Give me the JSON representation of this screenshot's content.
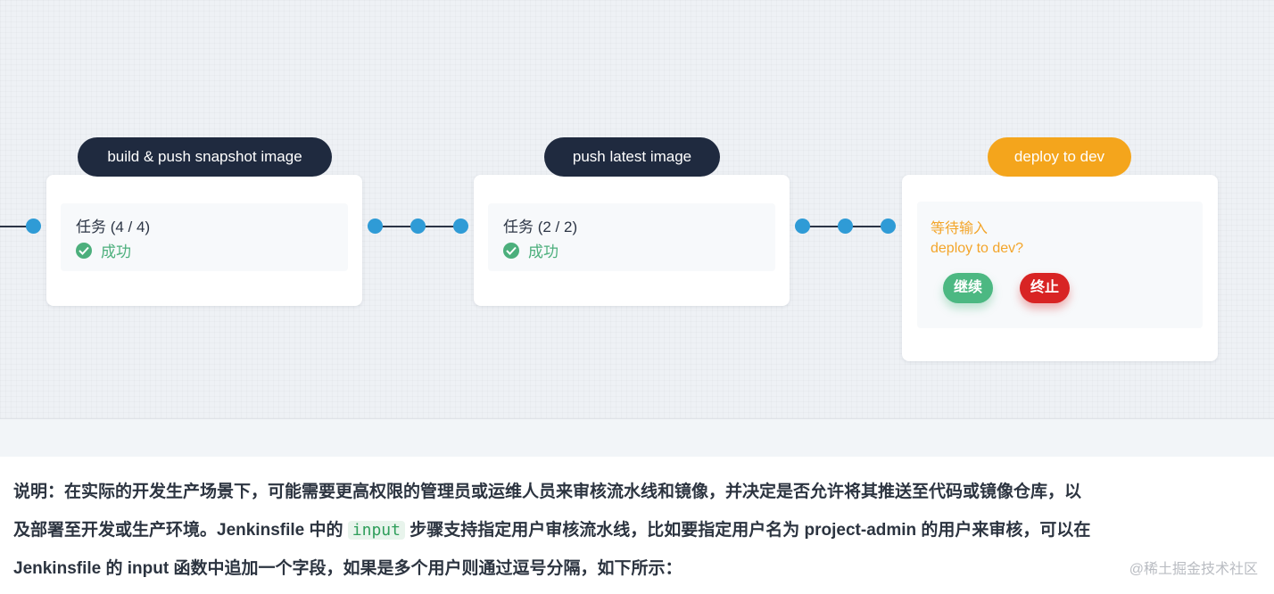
{
  "stages": [
    {
      "name": "build & push snapshot image",
      "task": "任务 (4 / 4)",
      "status": "成功"
    },
    {
      "name": "push latest image",
      "task": "任务 (2 / 2)",
      "status": "成功"
    },
    {
      "name": "deploy to dev",
      "wait_title": "等待输入",
      "wait_prompt": "deploy to dev?",
      "continue_label": "继续",
      "abort_label": "终止"
    }
  ],
  "colors": {
    "stage_pill": "#1f2a3f",
    "stage_pill_pending": "#f4a51c",
    "success": "#4caf7c",
    "connector_dot": "#2f9bd6",
    "continue_button": "#4cb882",
    "abort_button": "#d82424"
  },
  "article": {
    "line1": "说明：在实际的开发生产场景下，可能需要更高权限的管理员或运维人员来审核流水线和镜像，并决定是否允许将其推送至代码或镜像仓库，以",
    "line2_a": "及部署至开发或生产环境。Jenkinsfile 中的 ",
    "line2_code": "input",
    "line2_b": " 步骤支持指定用户审核流水线，比如要指定用户名为 project-admin 的用户来审核，可以在",
    "line3": "Jenkinsfile 的 input 函数中追加一个字段，如果是多个用户则通过逗号分隔，如下所示："
  },
  "watermark": "@稀土掘金技术社区"
}
